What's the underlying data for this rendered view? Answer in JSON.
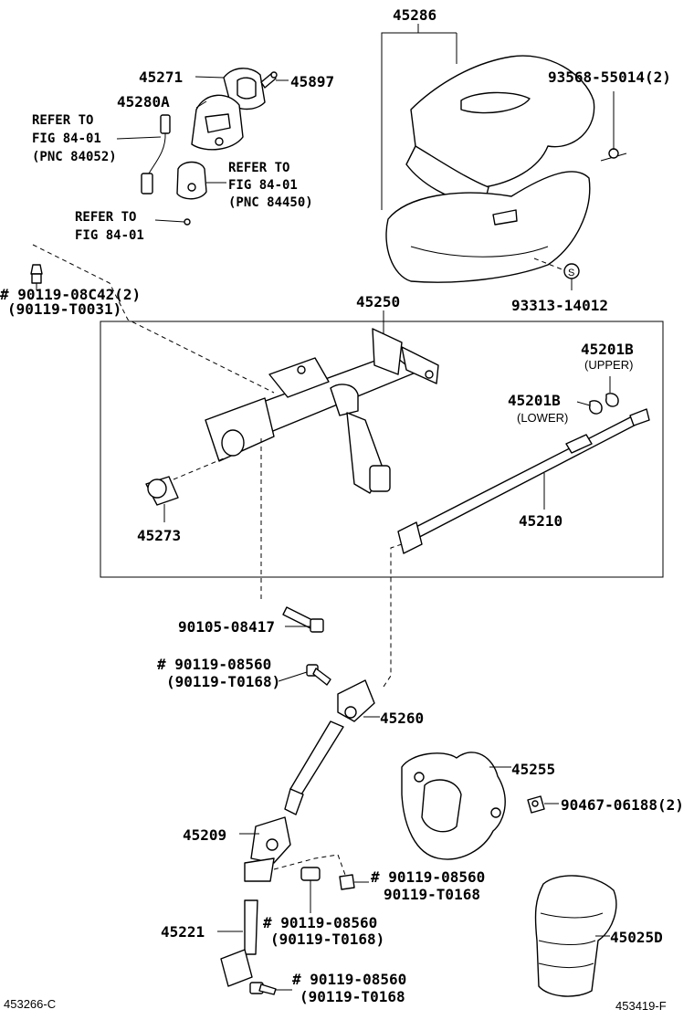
{
  "diagram": {
    "labels": {
      "p45286": "45286",
      "p45271": "45271",
      "p45897": "45897",
      "p45280a": "45280A",
      "p93568": "93568-55014(2)",
      "ref1_l1": "REFER TO",
      "ref1_l2": "FIG 84-01",
      "ref1_l3": "(PNC 84052)",
      "ref2_l1": "REFER TO",
      "ref2_l2": "FIG 84-01",
      "ref2_l3": "(PNC 84450)",
      "ref3_l1": "REFER TO",
      "ref3_l2": "FIG 84-01",
      "p90119_08c42_a": "# 90119-08C42(2)",
      "p90119_08c42_b": "(90119-T0031)",
      "p93313": "93313-14012",
      "p45250": "45250",
      "p45201b_upper": "45201B",
      "upper_note": "(UPPER)",
      "p45201b_lower": "45201B",
      "lower_note": "(LOWER)",
      "p45273": "45273",
      "p45210": "45210",
      "p90105": "90105-08417",
      "p90119_08560_a1": "# 90119-08560",
      "p90119_08560_a2": "(90119-T0168)",
      "p45260": "45260",
      "p45255": "45255",
      "p90467": "90467-06188(2)",
      "p45209": "45209",
      "p90119_08560_b1": "# 90119-08560",
      "p90119_08560_b2": "90119-T0168",
      "p45221": "45221",
      "p90119_08560_c1": "# 90119-08560",
      "p90119_08560_c2": "(90119-T0168)",
      "p45025d": "45025D",
      "p90119_08560_d1": "# 90119-08560",
      "p90119_08560_d2": "(90119-T0168",
      "footer_left": "453266-C",
      "footer_right": "453419-F"
    }
  }
}
